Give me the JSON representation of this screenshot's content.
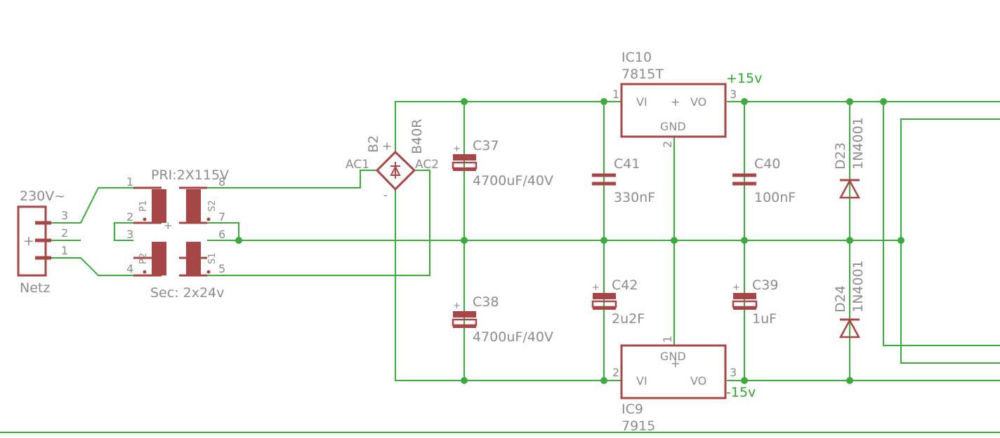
{
  "connector": {
    "name": "Netz",
    "value": "230V~",
    "pins": [
      "3",
      "2",
      "1"
    ],
    "plus": "+"
  },
  "transformer": {
    "value": "PRI:2X115V",
    "secondary_label": "Sec: 2x24v",
    "pin_numbers": [
      "1",
      "2",
      "3",
      "4",
      "8",
      "7",
      "6",
      "5"
    ],
    "winding_labels": [
      "P1",
      "P2",
      "S2",
      "S1"
    ],
    "plus": "+"
  },
  "bridge": {
    "name": "B2",
    "value": "B40R",
    "ac1": "AC1",
    "ac2": "AC2",
    "plus": "+",
    "minus": "-"
  },
  "capacitors": {
    "c37": {
      "name": "C37",
      "value": "4700uF/40V"
    },
    "c38": {
      "name": "C38",
      "value": "4700uF/40V"
    },
    "c41": {
      "name": "C41",
      "value": "330nF"
    },
    "c42": {
      "name": "C42",
      "value": "2u2F"
    },
    "c40": {
      "name": "C40",
      "value": "100nF"
    },
    "c39": {
      "name": "C39",
      "value": "1uF"
    },
    "plus": "+"
  },
  "regulators": {
    "ic10": {
      "name": "IC10",
      "value": "7815T",
      "vi": "VI",
      "vo": "VO",
      "gnd": "GND",
      "pin_in": "1",
      "pin_gnd": "2",
      "pin_out": "3",
      "plus": "+"
    },
    "ic9": {
      "name": "IC9",
      "value": "7915",
      "vi": "VI",
      "vo": "VO",
      "gnd": "GND",
      "pin_in": "2",
      "pin_gnd": "1",
      "pin_out": "3",
      "plus": "+"
    }
  },
  "diodes": {
    "d23": {
      "name": "D23",
      "value": "1N4001"
    },
    "d24": {
      "name": "D24",
      "value": "1N4001"
    }
  },
  "net_labels": {
    "pos": "+15v",
    "neg": "-15v"
  }
}
